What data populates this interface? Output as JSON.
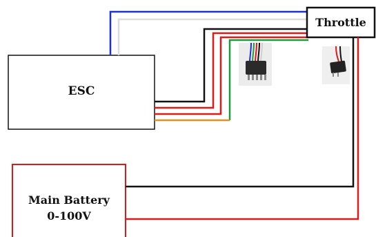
{
  "components": {
    "esc": {
      "label": "ESC"
    },
    "throttle": {
      "label": "Throttle"
    },
    "battery": {
      "label_line1": "Main Battery",
      "label_line2": "0-100V"
    }
  },
  "colors": {
    "blue_wire": "#1f2fd8",
    "white_wire": "#d9d9d9",
    "black_wire": "#111111",
    "red_wire": "#e01818",
    "green_wire": "#1c9a3c",
    "orange_wire": "#e8901c",
    "battery_outline": "#e01818"
  },
  "icons": [
    "five-pin-connector-photo-icon",
    "three-pin-connector-photo-icon"
  ]
}
